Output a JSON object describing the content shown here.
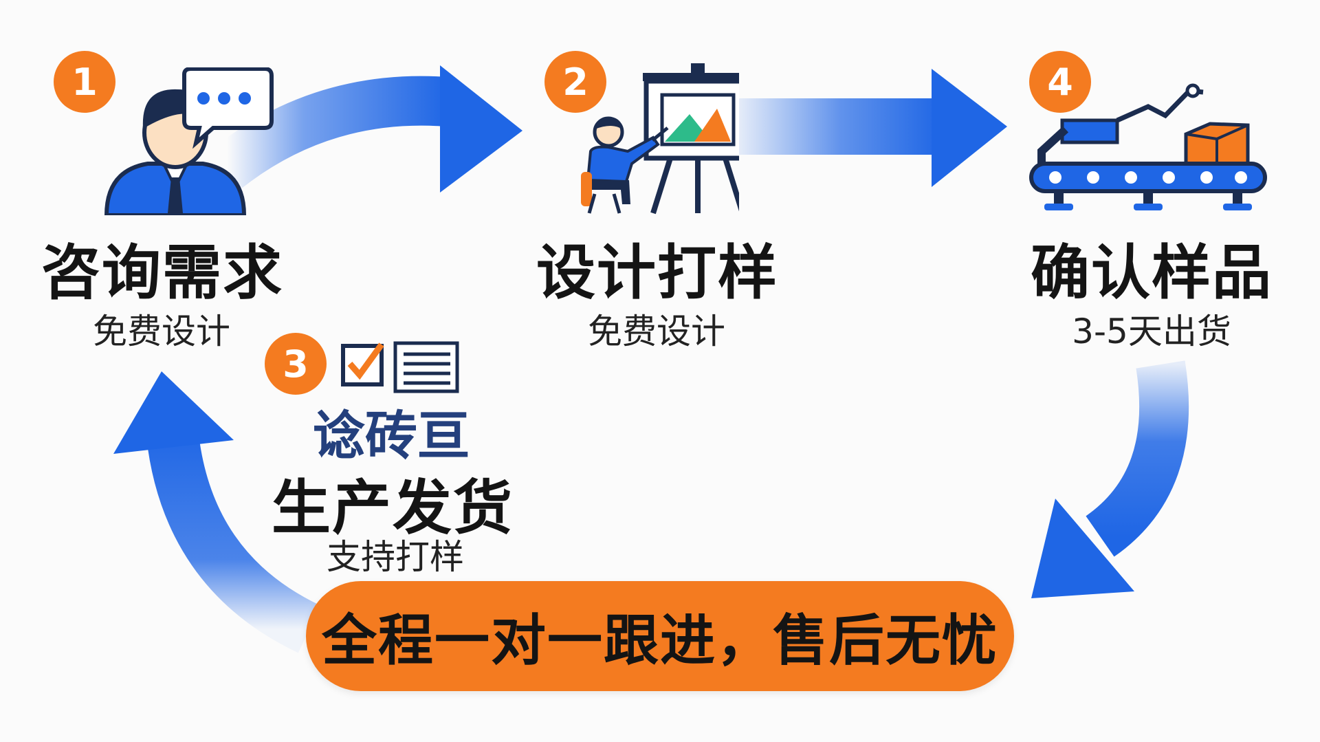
{
  "steps": [
    {
      "number": "1",
      "title": "咨询需求",
      "subtitle": "免费设计",
      "icon": "consultant-chat-icon"
    },
    {
      "number": "2",
      "title": "设计打样",
      "subtitle": "免费设计",
      "icon": "designer-easel-icon"
    },
    {
      "number": "4",
      "title": "确认样品",
      "subtitle": "3-5天出货",
      "icon": "conveyor-production-icon"
    },
    {
      "number": "3",
      "title": "生产发货",
      "subtitle": "支持打样",
      "label": "谂砖亘",
      "icon": "checklist-document-icon"
    }
  ],
  "banner": {
    "text": "全程一对一跟进，售后无忧"
  },
  "colors": {
    "accent": "#f47b20",
    "arrow": "#1f66e5",
    "text": "#141414",
    "icon_navy": "#1b2c4f"
  }
}
